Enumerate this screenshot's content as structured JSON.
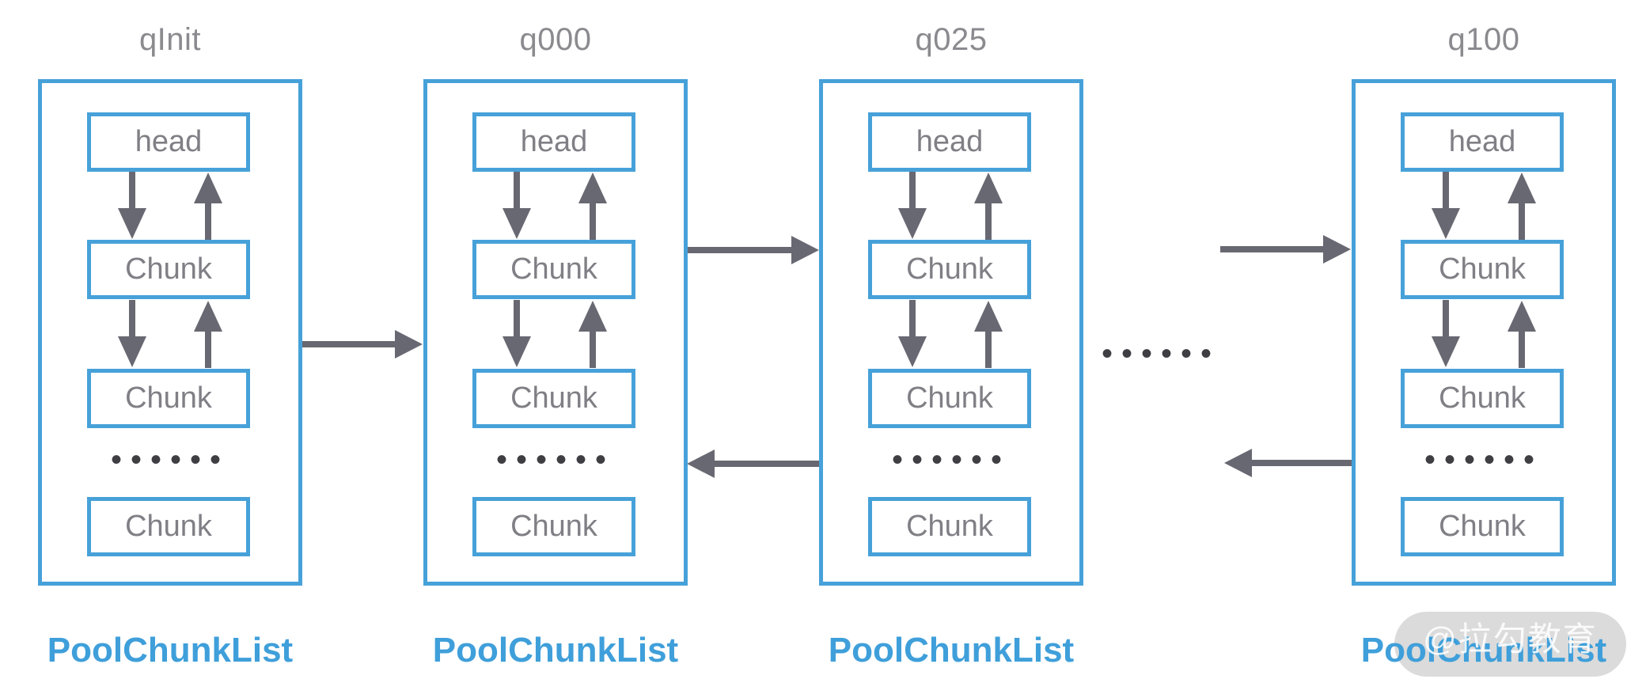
{
  "diagram": {
    "columns": [
      {
        "title": "qInit",
        "head": "head",
        "chunks": [
          "Chunk",
          "Chunk",
          "Chunk"
        ],
        "dots": "••••••",
        "label": "PoolChunkList"
      },
      {
        "title": "q000",
        "head": "head",
        "chunks": [
          "Chunk",
          "Chunk",
          "Chunk"
        ],
        "dots": "••••••",
        "label": "PoolChunkList"
      },
      {
        "title": "q025",
        "head": "head",
        "chunks": [
          "Chunk",
          "Chunk",
          "Chunk"
        ],
        "dots": "••••••",
        "label": "PoolChunkList"
      },
      {
        "title": "q100",
        "head": "head",
        "chunks": [
          "Chunk",
          "Chunk",
          "Chunk"
        ],
        "dots": "••••••",
        "label": "PoolChunkList"
      }
    ],
    "gap_dots": "••••••",
    "watermark": "@拉勾教育",
    "colors": {
      "box_border": "#47A1D9",
      "label_text": "#3F9FDA",
      "node_text": "#7F7F85",
      "title_text": "#8A8A8F",
      "arrow": "#686872",
      "dots": "#3E3E43",
      "watermark_bg": "#D9D9D9",
      "watermark_text": "#FFFFFF"
    }
  }
}
